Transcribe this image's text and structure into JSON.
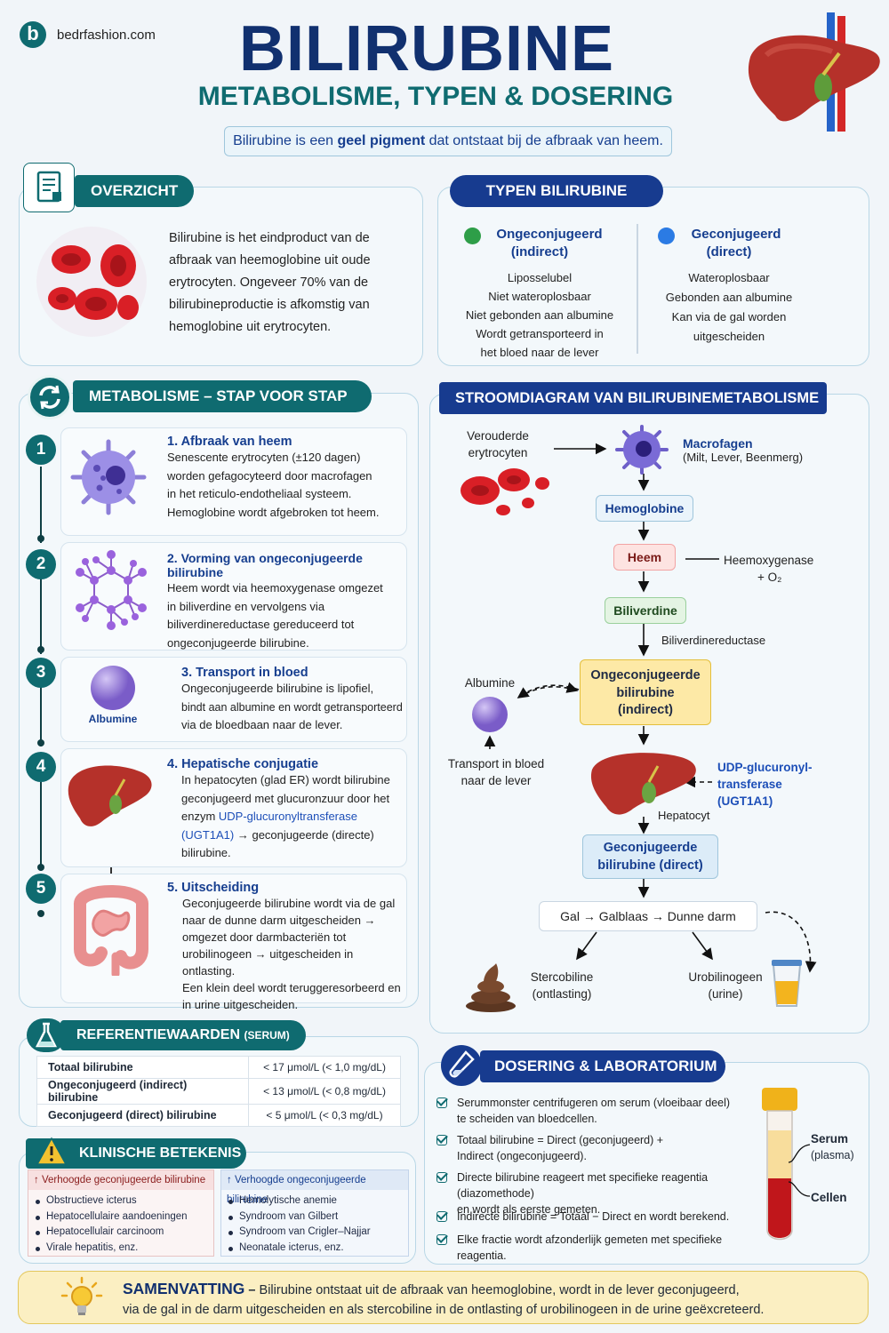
{
  "brand": {
    "letter": "b",
    "site": "bedrfashion.com"
  },
  "header": {
    "title": "BILIRUBINE",
    "subtitle": "METABOLISME, TYPEN & DOSERING",
    "intro_prefix": "Bilirubine is een ",
    "intro_bold": "geel pigment",
    "intro_suffix": " dat ontstaat bij de afbraak van heem."
  },
  "overview": {
    "title": "OVERZICHT",
    "text": "Bilirubine is het eindproduct van de afbraak van heemoglobine uit oude erytrocyten. Ongeveer 70% van de bilirubineproductie is afkomstig van hemoglobine uit erytrocyten."
  },
  "types": {
    "title": "TYPEN BILIRUBINE",
    "unconj": {
      "name": "Ongeconjugeerd",
      "sub": "(indirect)",
      "color": "#2e9e48",
      "props": [
        "Liposselubel",
        "Niet wateroplosbaar",
        "Niet gebonden aan albumine",
        "Wordt getransporteerd in",
        "het bloed naar de lever"
      ]
    },
    "conj": {
      "name": "Geconjugeerd",
      "sub": "(direct)",
      "color": "#2b7be4",
      "props": [
        "Wateroplosbaar",
        "Gebonden aan albumine",
        "Kan via de gal worden",
        "uitgescheiden"
      ]
    }
  },
  "metabolism": {
    "title": "METABOLISME – STAP VOOR STAP",
    "albumin_label": "Albumine",
    "steps": [
      {
        "num": "1",
        "title": "1. Afbraak van heem",
        "lines": [
          "Senescente erytrocyten (±120 dagen)",
          "worden gefagocyteerd door macrofagen",
          "in het reticulo-endotheliaal systeem.",
          "Hemoglobine wordt afgebroken tot heem."
        ]
      },
      {
        "num": "2",
        "title": "2. Vorming van ongeconjugeerde bilirubine",
        "lines": [
          "Heem wordt via heemoxygenase omgezet",
          "in biliverdine en vervolgens via",
          "biliverdinereductase gereduceerd tot",
          "ongeconjugeerde bilirubine."
        ]
      },
      {
        "num": "3",
        "title": "3. Transport in bloed",
        "lines": [
          "Ongeconjugeerde bilirubine is lipofiel,",
          "bindt aan albumine en wordt getransporteerd",
          "via de bloedbaan naar de lever."
        ]
      },
      {
        "num": "4",
        "title": "4. Hepatische conjugatie",
        "lines": [
          "In hepatocyten (glad ER) wordt bilirubine",
          "geconjugeerd met glucuronzuur door het"
        ],
        "enzyme_prefix": "enzym ",
        "enzyme": "UDP-glucuronyltransferase",
        "enzyme_code": "(UGT1A1)",
        "enzyme_suffix": " → geconjugeerde (directe)",
        "last": "bilirubine."
      },
      {
        "num": "5",
        "title": "5. Uitscheiding",
        "lines": [
          "Geconjugeerde bilirubine wordt via de gal",
          "naar de dunne darm uitgescheiden →",
          "omgezet door darmbacteriën tot",
          "urobilinogeen → uitgescheiden in ontlasting.",
          "Een klein deel wordt teruggeresorbeerd en",
          "in urine uitgescheiden."
        ]
      }
    ]
  },
  "flow": {
    "title": "STROOMDIAGRAM VAN BILIRUBINEMETABOLISME",
    "old_rbc": [
      "Verouderde",
      "erytrocyten"
    ],
    "macro": "Macrofagen",
    "macro_sub": "(Milt, Lever, Beenmerg)",
    "hemoglobin": "Hemoglobine",
    "heem": "Heem",
    "heme_oxygenase": "Heemoxygenase",
    "o2": "+ O₂",
    "biliverdine": "Biliverdine",
    "bv_reductase": "Biliverdinereductase",
    "unconj": [
      "Ongeconjugeerde",
      "bilirubine",
      "(indirect)"
    ],
    "albumin": "Albumine",
    "transport": [
      "Transport in bloed",
      "naar de lever"
    ],
    "enzyme": [
      "UDP-glucuronyl-",
      "transferase",
      "(UGT1A1)"
    ],
    "hepatocyt": "Hepatocyt",
    "conj": [
      "Geconjugeerde",
      "bilirubine (direct)"
    ],
    "gal": "Gal → Galblaas → Dunne darm",
    "sterco": [
      "Stercobiline",
      "(ontlasting)"
    ],
    "urobi": [
      "Urobilinogeen",
      "(urine)"
    ]
  },
  "reference": {
    "title": "REFERENTIEWAARDEN",
    "title_small": "(SERUM)",
    "rows": [
      {
        "name": "Totaal bilirubine",
        "value": "< 17 μmol/L  (< 1,0 mg/dL)"
      },
      {
        "name": "Ongeconjugeerd (indirect) bilirubine",
        "value": "< 13 μmol/L  (< 0,8 mg/dL)"
      },
      {
        "name": "Geconjugeerd (direct) bilirubine",
        "value": "< 5 μmol/L  (< 0,3 mg/dL)"
      }
    ]
  },
  "clinical": {
    "title": "KLINISCHE BETEKENIS",
    "conj": {
      "title": "Verhoogde geconjugeerde bilirubine",
      "items": [
        "Obstructieve icterus",
        "Hepatocellulaire aandoeningen",
        "Hepatocellulair carcinoom",
        "Virale hepatitis, enz."
      ]
    },
    "unconj": {
      "title": "Verhoogde ongeconjugeerde bilirubine",
      "items": [
        "Hemolytische anemie",
        "Syndroom van Gilbert",
        "Syndroom van Crigler–Najjar",
        "Neonatale icterus, enz."
      ]
    }
  },
  "dosing": {
    "title": "DOSERING & LABORATORIUM",
    "items": [
      [
        "Serummonster centrifugeren om serum (vloeibaar deel)",
        "te scheiden van bloedcellen."
      ],
      [
        "Totaal bilirubine = Direct (geconjugeerd) +",
        "Indirect (ongeconjugeerd)."
      ],
      [
        "Directe bilirubine reageert met specifieke reagentia (diazomethode)",
        "en wordt als eerste gemeten."
      ],
      [
        "Indirecte bilirubine = Totaal − Direct en wordt berekend."
      ],
      [
        "Elke fractie wordt afzonderlijk gemeten met specifieke reagentia."
      ]
    ],
    "serum": "Serum",
    "plasma": "(plasma)",
    "cells": "Cellen"
  },
  "summary": {
    "label": "SAMENVATTING",
    "dash": " – ",
    "line1": "Bilirubine ontstaat uit de afbraak van heemoglobine, wordt in de lever geconjugeerd,",
    "line2": "via de gal in de darm uitgescheiden en als stercobiline in de ontlasting of urobilinogeen in de urine geëxcreteerd."
  }
}
